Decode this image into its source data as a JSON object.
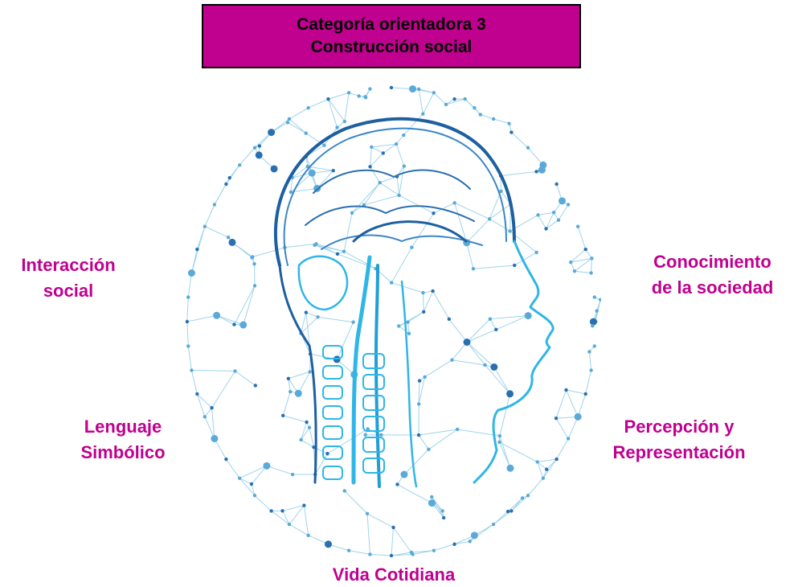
{
  "title": {
    "line1": "Categoría orientadora 3",
    "line2": "Construcción social"
  },
  "labels": {
    "interaccion": [
      "Interacción",
      "social"
    ],
    "conocimiento": [
      "Conocimiento",
      "de la sociedad"
    ],
    "lenguaje": [
      "Lenguaje",
      "Simbólico"
    ],
    "percepcion": [
      "Percepción y",
      "Representación"
    ],
    "vida": "Vida Cotidiana"
  },
  "colors": {
    "title_background": "#c0008f",
    "label_text": "#c0008f",
    "network_line": "#9fd3ea",
    "network_node": "#2a6fb0",
    "brain_outline": "#1e5fa0",
    "spine": "#2fb6e6"
  },
  "illustration": {
    "subject": "human-head-with-brain-inside-network-sphere"
  }
}
